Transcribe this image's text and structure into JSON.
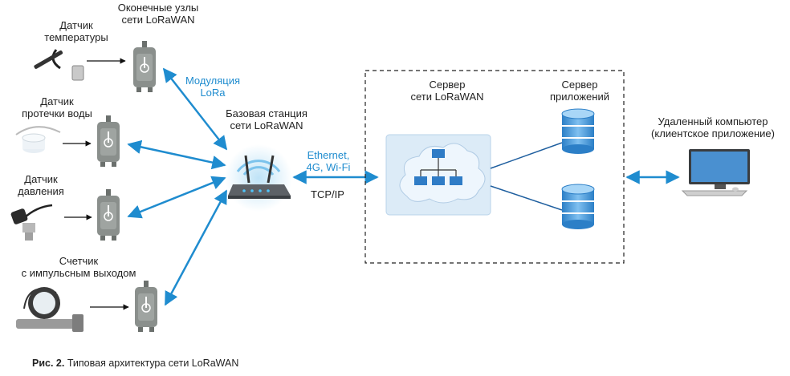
{
  "sensors": [
    {
      "label": "Датчик\nтемпературы"
    },
    {
      "label": "Датчик\nпротечки воды"
    },
    {
      "label": "Датчик\nдавления"
    },
    {
      "label": "Счетчик\nс импульсным выходом"
    }
  ],
  "end_nodes_label": "Оконечные узлы\nсети LoRaWAN",
  "modulation_label": "Модуляция\nLoRa",
  "base_station_label": "Базовая станция\nсети LoRaWAN",
  "backhaul_label": "Ethernet,\n4G, Wi-Fi",
  "protocol_label": "TCP/IP",
  "network_server_label": "Сервер\nсети LoRaWAN",
  "app_server_label": "Сервер\nприложений",
  "remote_pc_label": "Удаленный компьютер\n(клиентское приложение)",
  "caption": {
    "prefix": "Рис. 2.",
    "text": " Типовая архитектура сети LoRaWAN"
  },
  "colors": {
    "arrow_blue": "#1f8ccf",
    "device_gray": "#8a8f8c",
    "cloud_bg": "#dcebf7",
    "db_blue": "#3b8fd6"
  }
}
